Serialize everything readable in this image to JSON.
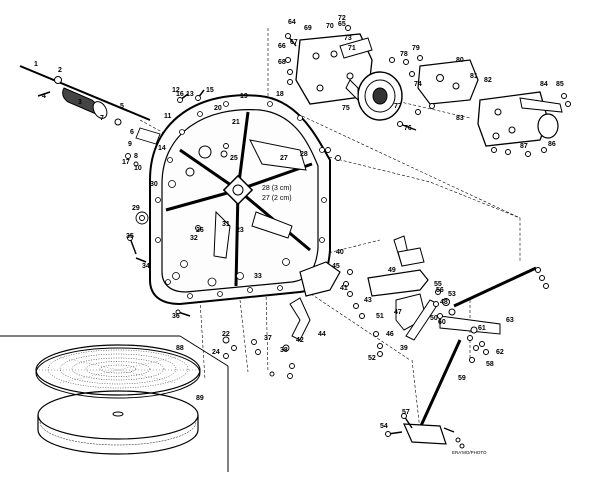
{
  "diagram": {
    "part_labels": [
      "1",
      "2",
      "3",
      "4",
      "5",
      "6",
      "7",
      "8",
      "9",
      "10",
      "11",
      "12",
      "13",
      "14",
      "15",
      "16",
      "17",
      "18",
      "19",
      "20",
      "21",
      "22",
      "23",
      "24",
      "25",
      "26",
      "27",
      "28",
      "29",
      "30",
      "31",
      "32",
      "33",
      "34",
      "35",
      "36",
      "37",
      "38",
      "39",
      "40",
      "41",
      "42",
      "43",
      "44",
      "45",
      "46",
      "47",
      "48",
      "49",
      "50",
      "51",
      "52",
      "53",
      "54",
      "55",
      "56",
      "57",
      "58",
      "59",
      "60",
      "61",
      "62",
      "63",
      "64",
      "65",
      "66",
      "67",
      "68",
      "69",
      "70",
      "71",
      "72",
      "73",
      "74",
      "75",
      "76",
      "77",
      "78",
      "79",
      "80",
      "81",
      "82",
      "83",
      "84",
      "85",
      "86",
      "87",
      "88",
      "89"
    ],
    "dimension_notes": [
      "28 (3 cm)",
      "27 (2 cm)"
    ],
    "credit": "ERA'MO/PHOTO"
  }
}
